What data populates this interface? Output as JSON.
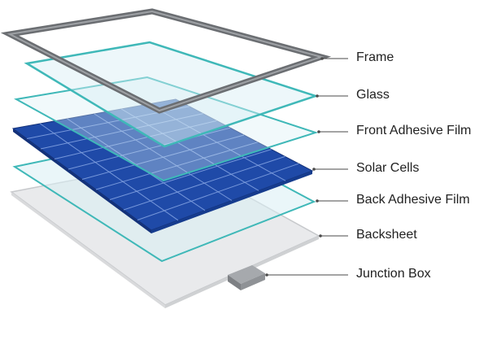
{
  "labels": {
    "frame": "Frame",
    "glass": "Glass",
    "front_adhesive": "Front Adhesive Film",
    "solar_cells": "Solar Cells",
    "back_adhesive": "Back Adhesive Film",
    "backsheet": "Backsheet",
    "junction_box": "Junction Box"
  },
  "colors": {
    "frame": "#6b6e72",
    "glass_edge": "#3fb8b8",
    "glass_fill": "#d8eef4",
    "cell_blue": "#1f4aa8",
    "cell_dark": "#14327a",
    "backsheet": "#e9eaec",
    "backsheet_edge": "#c7c9cc",
    "junction_box": "#8f9296",
    "leader": "#4a4a4a",
    "text": "#222222"
  }
}
